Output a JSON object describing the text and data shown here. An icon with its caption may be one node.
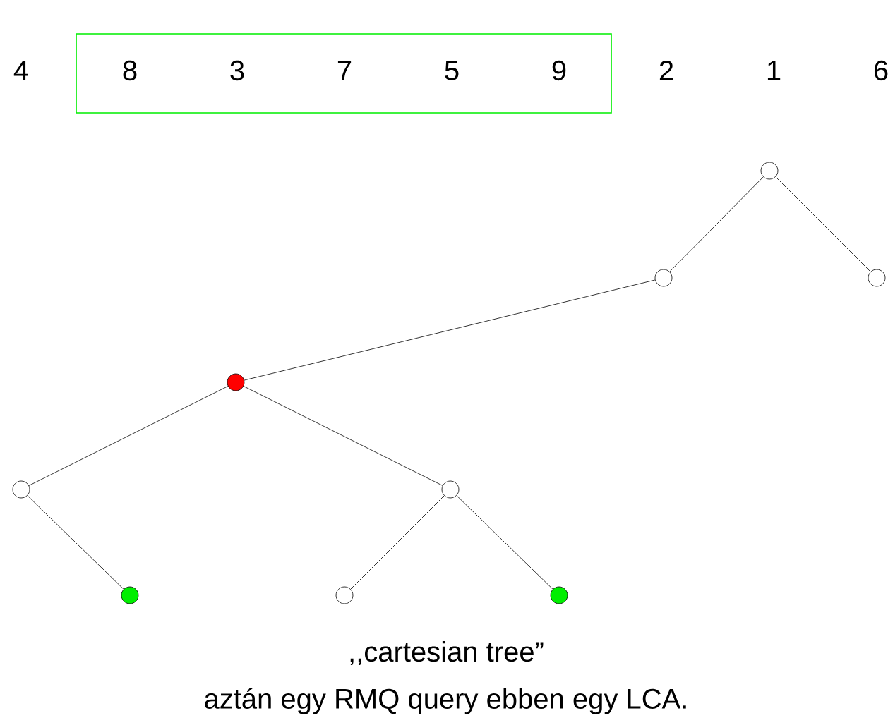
{
  "diagram": {
    "nodes": [
      {
        "text": [
          "8",
          "3",
          "7",
          "5",
          "9"
        ]
      },
      {
        "text": [],
        "shape": "circle"
      },
      {
        "text": [],
        "shape": "circle"
      },
      {
        "text": [],
        "shape": "circle"
      },
      {
        "text": [],
        "shape": "circle"
      },
      {
        "text": [],
        "shape": "circle"
      },
      {
        "text": [],
        "shape": "circle"
      },
      {
        "text": [],
        "shape": "circle"
      },
      {
        "text": [],
        "shape": "circle"
      },
      {
        "text": [],
        "shape": "circle"
      }
    ],
    "edges": [
      {
        "from": 1,
        "to": 2,
        "arrow": "none"
      },
      {
        "from": 1,
        "to": 3,
        "arrow": "none"
      },
      {
        "from": 2,
        "to": 4,
        "arrow": "none"
      },
      {
        "from": 4,
        "to": 5,
        "arrow": "none"
      },
      {
        "from": 4,
        "to": 6,
        "arrow": "none"
      },
      {
        "from": 5,
        "to": 7,
        "arrow": "none"
      },
      {
        "from": 6,
        "to": 8,
        "arrow": "none"
      },
      {
        "from": 6,
        "to": 9,
        "arrow": "none"
      }
    ],
    "labels": [
      "4",
      "2",
      "1",
      "6",
      ",,cartesian tree”",
      "aztán egy RMQ query ebben egy LCA."
    ]
  }
}
